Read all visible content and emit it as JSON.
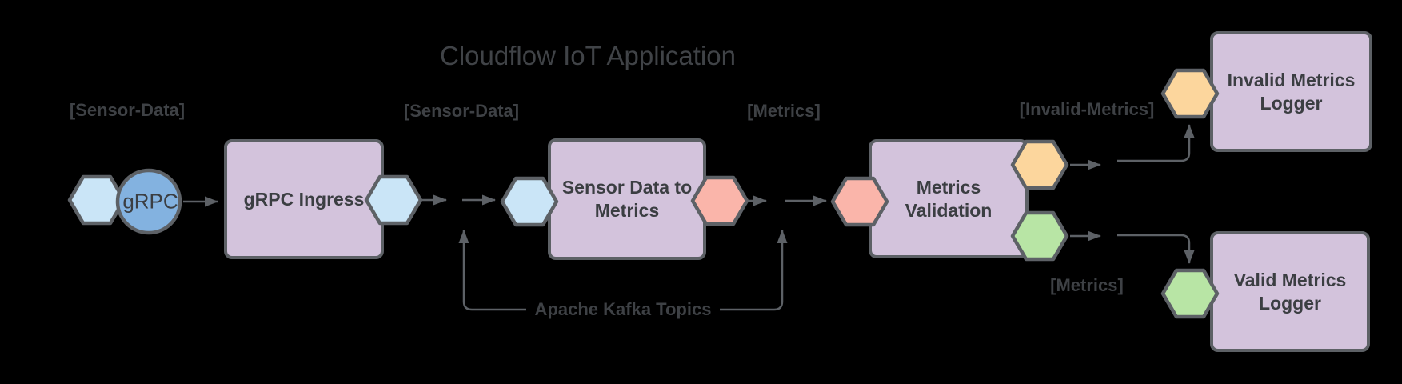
{
  "title": "Cloudflow IoT Application",
  "nodes": {
    "grpc_ingress": {
      "label": "gRPC Ingress"
    },
    "sensor_data_to_metrics": {
      "label": "Sensor Data to Metrics"
    },
    "metrics_validation": {
      "label": "Metrics Validation"
    },
    "invalid_metrics_logger": {
      "label": "Invalid Metrics Logger"
    },
    "valid_metrics_logger": {
      "label": "Valid Metrics Logger"
    }
  },
  "source": {
    "label": "gRPC"
  },
  "annotations": {
    "sensor_data_1": "[Sensor-Data]",
    "sensor_data_2": "[Sensor-Data]",
    "metrics_1": "[Metrics]",
    "invalid_metrics": "[Invalid-Metrics]",
    "metrics_2": "[Metrics]",
    "kafka": "Apache Kafka Topics"
  },
  "colors": {
    "background": "#000000",
    "node_fill": "#d3c3dc",
    "node_border": "#5d6166",
    "edge": "#5d6166",
    "node_text": "#3b3e42",
    "label_text": "#3e4145",
    "title_text": "#404347",
    "port_blue": "#cae5f7",
    "port_salmon": "#fab5aa",
    "port_orange": "#fcd69d",
    "port_green": "#b8e5a5",
    "grpc_circle_fill": "#83b2e0"
  }
}
